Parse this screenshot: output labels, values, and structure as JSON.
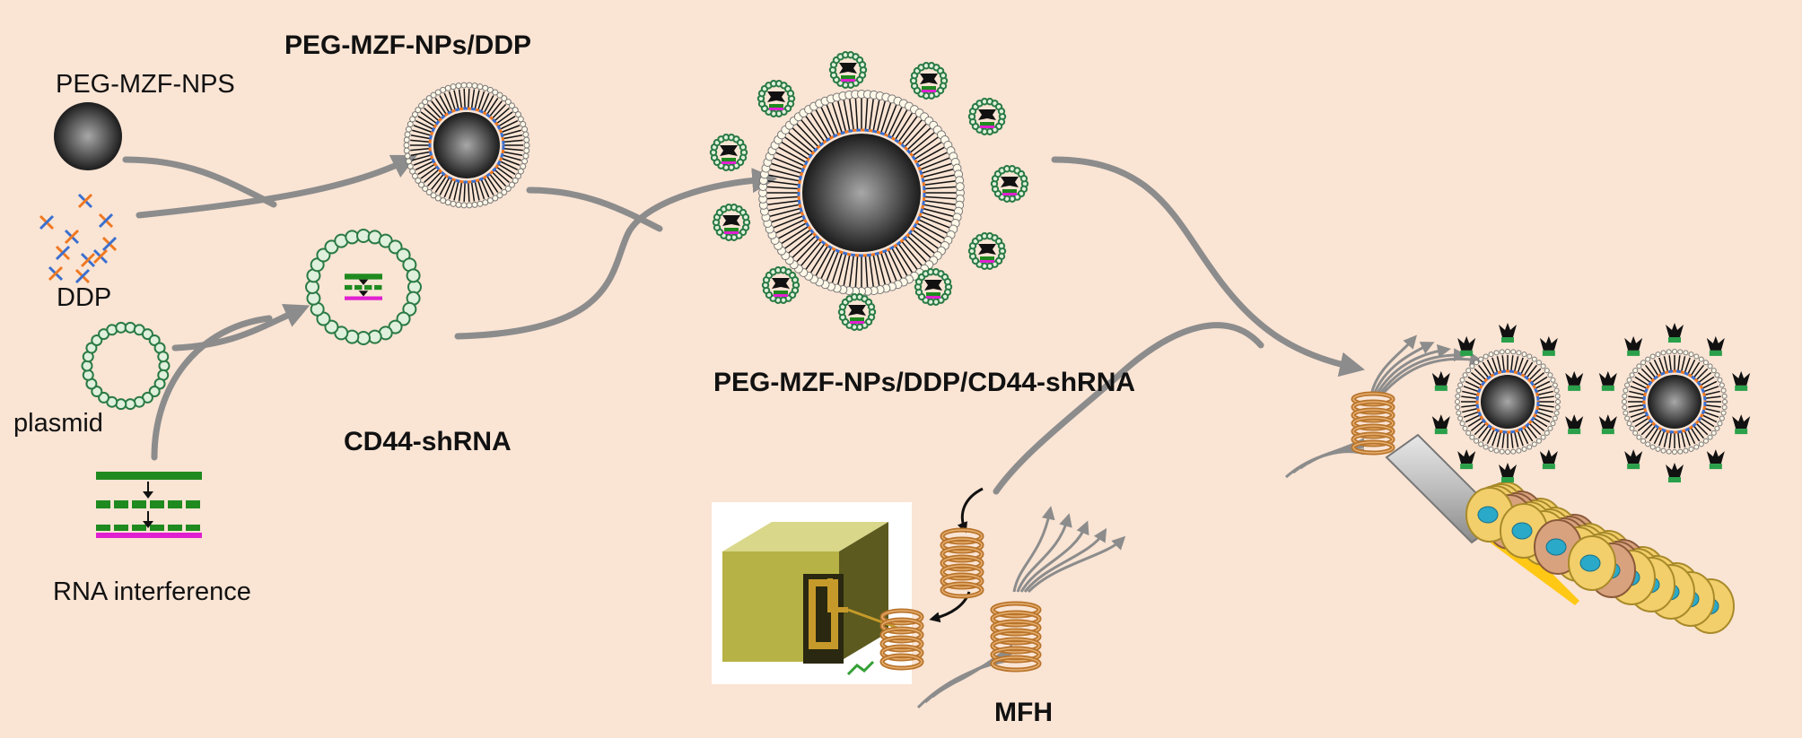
{
  "labels": {
    "peg_mzf_nps": "PEG-MZF-NPS",
    "ddp": "DDP",
    "plasmid": "plasmid",
    "rna_interference": "RNA interference",
    "peg_mzf_nps_ddp": "PEG-MZF-NPs/DDP",
    "cd44_shrna": "CD44-shRNA",
    "final_complex": "PEG-MZF-NPs/DDP/CD44-shRNA",
    "mfh": "MFH"
  },
  "colors": {
    "background": "#fae4d4",
    "arrow": "#8c8c8c",
    "plasmid_green": "#2a7a44",
    "shrna_green": "#1f8a1f",
    "shrna_magenta": "#e020d0",
    "ddp_orange": "#f07820",
    "ddp_blue": "#3a6fd0",
    "coil_copper": "#b8742c",
    "cell_yellow": "#f2cf6a",
    "cell_nucleus": "#2aa9c8",
    "tumor_cell": "#d9a27e",
    "laser_yellow": "#ffc400"
  }
}
